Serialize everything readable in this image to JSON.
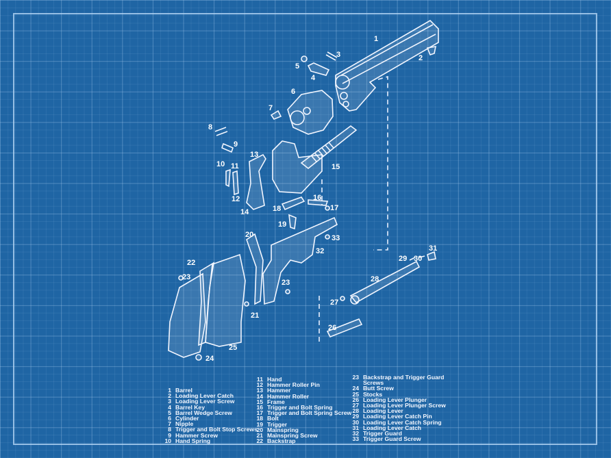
{
  "colors": {
    "background": "#1f65a4",
    "lines": "#f2f6ff"
  },
  "callouts": {
    "c1": "1",
    "c2": "2",
    "c3": "3",
    "c4": "4",
    "c5": "5",
    "c6": "6",
    "c7": "7",
    "c8": "8",
    "c9": "9",
    "c10": "10",
    "c11": "11",
    "c12": "12",
    "c13": "13",
    "c14": "14",
    "c15": "15",
    "c16": "16",
    "c17": "17",
    "c18": "18",
    "c19": "19",
    "c20": "20",
    "c21": "21",
    "c22": "22",
    "c23a": "23",
    "c23b": "23",
    "c24": "24",
    "c25": "25",
    "c26": "26",
    "c27": "27",
    "c28": "28",
    "c29": "29",
    "c30": "30",
    "c31": "31",
    "c32": "32",
    "c33": "33"
  },
  "legend": [
    [
      {
        "n": "1",
        "t": "Barrel"
      },
      {
        "n": "2",
        "t": "Loading Lever Catch"
      },
      {
        "n": "3",
        "t": "Loading Lever Screw"
      },
      {
        "n": "4",
        "t": "Barrel Key"
      },
      {
        "n": "5",
        "t": "Barrel Wedge Screw"
      },
      {
        "n": "6",
        "t": "Cylinder"
      },
      {
        "n": "7",
        "t": "Nipple"
      },
      {
        "n": "8",
        "t": "Trigger and Bolt Stop Screws"
      },
      {
        "n": "9",
        "t": "Hammer Screw"
      },
      {
        "n": "10",
        "t": "Hand Spring"
      }
    ],
    [
      {
        "n": "11",
        "t": "Hand"
      },
      {
        "n": "12",
        "t": "Hammer Roller Pin"
      },
      {
        "n": "13",
        "t": "Hammer"
      },
      {
        "n": "14",
        "t": "Hammer Roller"
      },
      {
        "n": "15",
        "t": "Frame"
      },
      {
        "n": "16",
        "t": "Trigger and Bolt Spring"
      },
      {
        "n": "17",
        "t": "Trigger and Bolt Spring Screw"
      },
      {
        "n": "18",
        "t": "Bolt"
      },
      {
        "n": "19",
        "t": "Trigger"
      },
      {
        "n": "20",
        "t": "Mainspring"
      },
      {
        "n": "21",
        "t": "Mainspring Screw"
      },
      {
        "n": "22",
        "t": "Backstrap"
      }
    ],
    [
      {
        "n": "23",
        "t": "Backstrap and Trigger Guard"
      },
      {
        "n": "",
        "t": "Screws"
      },
      {
        "n": "24",
        "t": "Butt Screw"
      },
      {
        "n": "25",
        "t": "Stocks"
      },
      {
        "n": "26",
        "t": "Loading Lever Plunger"
      },
      {
        "n": "27",
        "t": "Loading Lever Plunger Screw"
      },
      {
        "n": "28",
        "t": "Loading Lever"
      },
      {
        "n": "29",
        "t": "Loading Lever Catch Pin"
      },
      {
        "n": "30",
        "t": "Loading Lever Catch Spring"
      },
      {
        "n": "31",
        "t": "Loading Lever Catch"
      },
      {
        "n": "32",
        "t": "Trigger Guard"
      },
      {
        "n": "33",
        "t": "Trigger Guard Screw"
      }
    ]
  ]
}
